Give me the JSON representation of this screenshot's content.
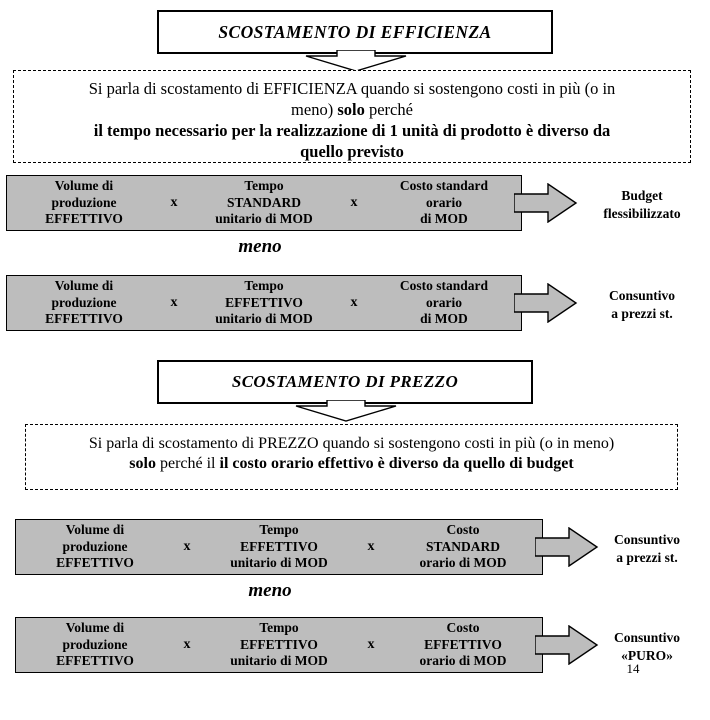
{
  "sections": [
    {
      "title": "SCOSTAMENTO DI EFFICIENZA",
      "description": {
        "line1_a": "Si parla di scostamento di EFFICIENZA quando si sostengono costi in più (o in",
        "line2_a": "meno) ",
        "line2_b": "solo",
        "line2_c": " perché",
        "line3": "il tempo necessario per la realizzazione di 1 unità di prodotto è diverso da",
        "line4": "quello previsto"
      }
    },
    {
      "title": "SCOSTAMENTO DI PREZZO",
      "description": {
        "line1_a": "Si parla di scostamento di PREZZO quando si sostengono costi in più (o in meno)",
        "line2_a": "solo",
        "line2_b": " perché il ",
        "line2_c": "il costo orario effettivo è diverso da quello di budget"
      }
    }
  ],
  "rows": [
    {
      "cells": [
        {
          "l1": "Volume di",
          "l2": "produzione",
          "l3": "EFFETTIVO"
        },
        {
          "l1": "Tempo",
          "l2": "STANDARD",
          "l3": "unitario di MOD"
        },
        {
          "l1": "Costo standard",
          "l2": "orario",
          "l3": "di MOD"
        }
      ],
      "operator1": "x",
      "operator2": "x",
      "label": {
        "l1": "Budget",
        "l2": "flessibilizzato"
      }
    },
    {
      "cells": [
        {
          "l1": "Volume di",
          "l2": "produzione",
          "l3": "EFFETTIVO"
        },
        {
          "l1": "Tempo",
          "l2": "EFFETTIVO",
          "l3": "unitario di MOD"
        },
        {
          "l1": "Costo standard",
          "l2": "orario",
          "l3": "di MOD"
        }
      ],
      "operator1": "x",
      "operator2": "x",
      "label": {
        "l1": "Consuntivo",
        "l2": "a prezzi st."
      }
    },
    {
      "cells": [
        {
          "l1": "Volume di",
          "l2": "produzione",
          "l3": "EFFETTIVO"
        },
        {
          "l1": "Tempo",
          "l2": "EFFETTIVO",
          "l3": "unitario di MOD"
        },
        {
          "l1": "Costo",
          "l2": "STANDARD",
          "l3": "orario di MOD"
        }
      ],
      "operator1": "x",
      "operator2": "x",
      "label": {
        "l1": "Consuntivo",
        "l2": "a prezzi st."
      }
    },
    {
      "cells": [
        {
          "l1": "Volume di",
          "l2": "produzione",
          "l3": "EFFETTIVO"
        },
        {
          "l1": "Tempo",
          "l2": "EFFETTIVO",
          "l3": "unitario di MOD"
        },
        {
          "l1": "Costo",
          "l2": "EFFETTIVO",
          "l3": "orario di MOD"
        }
      ],
      "operator1": "x",
      "operator2": "x",
      "label": {
        "l1": "Consuntivo",
        "l2": "«PURO»"
      }
    }
  ],
  "separators": {
    "meno1": "meno",
    "meno2": "meno"
  },
  "page_number": "14",
  "colors": {
    "box_fill": "#bdbdbd",
    "outline": "#000000",
    "background": "#ffffff"
  }
}
